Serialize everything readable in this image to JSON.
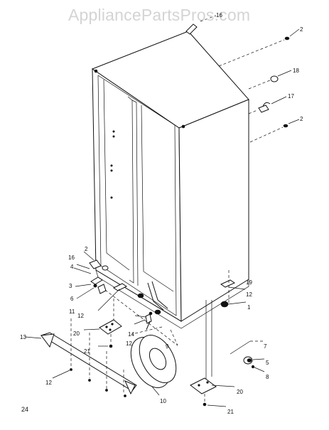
{
  "watermark": "AppliancePartsPros.com",
  "page_number": "24",
  "callouts": [
    {
      "id": "c16a",
      "text": "16"
    },
    {
      "id": "c2a",
      "text": "2"
    },
    {
      "id": "c18",
      "text": "18"
    },
    {
      "id": "c17",
      "text": "17"
    },
    {
      "id": "c2b",
      "text": "2"
    },
    {
      "id": "c2c",
      "text": "2"
    },
    {
      "id": "c16b",
      "text": "16"
    },
    {
      "id": "c4",
      "text": "4"
    },
    {
      "id": "c3",
      "text": "3"
    },
    {
      "id": "c6",
      "text": "6"
    },
    {
      "id": "c11",
      "text": "11"
    },
    {
      "id": "c12a",
      "text": "12"
    },
    {
      "id": "c20a",
      "text": "20"
    },
    {
      "id": "c21a",
      "text": "21"
    },
    {
      "id": "c13",
      "text": "13"
    },
    {
      "id": "c12b",
      "text": "12"
    },
    {
      "id": "c14",
      "text": "14"
    },
    {
      "id": "c12c",
      "text": "12"
    },
    {
      "id": "c9",
      "text": "9"
    },
    {
      "id": "c10",
      "text": "10"
    },
    {
      "id": "c19",
      "text": "19"
    },
    {
      "id": "c12d",
      "text": "12"
    },
    {
      "id": "c1",
      "text": "1"
    },
    {
      "id": "c7",
      "text": "7"
    },
    {
      "id": "c5",
      "text": "5"
    },
    {
      "id": "c8",
      "text": "8"
    },
    {
      "id": "c20b",
      "text": "20"
    },
    {
      "id": "c21b",
      "text": "21"
    }
  ]
}
